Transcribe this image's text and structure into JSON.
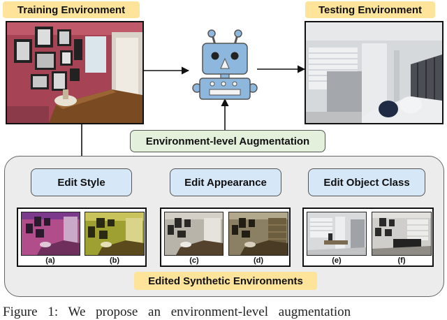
{
  "labels": {
    "training": "Training Environment",
    "testing": "Testing Environment",
    "augmentation": "Environment-level Augmentation",
    "edited": "Edited Synthetic Environments"
  },
  "edits": [
    {
      "label": "Edit Style",
      "sub": [
        "(a)",
        "(b)"
      ]
    },
    {
      "label": "Edit Appearance",
      "sub": [
        "(c)",
        "(d)"
      ]
    },
    {
      "label": "Edit Object Class",
      "sub": [
        "(e)",
        "(f)"
      ]
    }
  ],
  "caption": "Figure 1: We propose an environment-level augmentation",
  "colors": {
    "label_fill": "#fde49a",
    "aug_fill": "#e3f1dc",
    "edit_fill": "#d6e7f8",
    "group_fill": "#ececec",
    "robot_body": "#8eb7dd"
  },
  "icons": [
    "robot-icon"
  ]
}
